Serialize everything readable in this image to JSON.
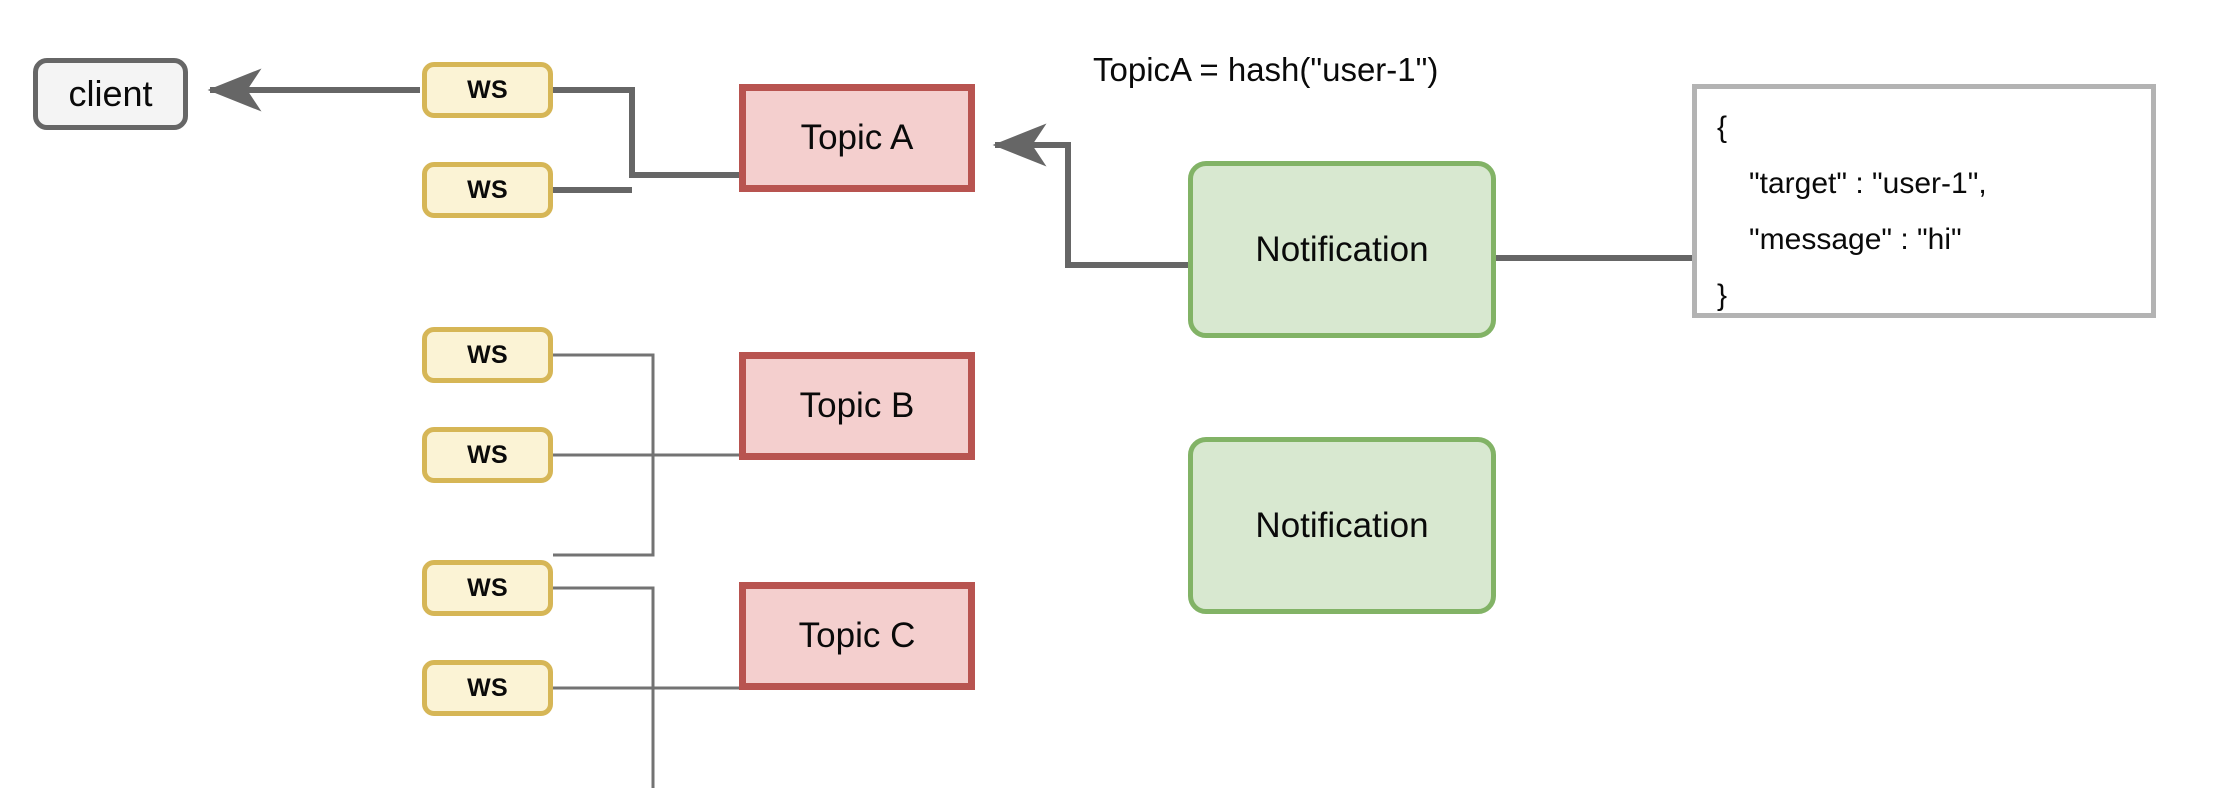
{
  "diagram": {
    "title": "WebSocket topic fan-out notification diagram",
    "caption": "TopicA = hash(\"user-1\")",
    "colors": {
      "client_fill": "#f4f4f4",
      "client_stroke": "#666666",
      "ws_fill": "#fbf3d5",
      "ws_stroke": "#d6b656",
      "topic_fill": "#f4cfce",
      "topic_stroke": "#b85450",
      "notification_fill": "#d8e8d0",
      "notification_stroke": "#82b366",
      "json_stroke": "#b3b3b3",
      "wire_active": "#666666",
      "wire_inactive": "#737373",
      "text": "#0a0a0a"
    },
    "client": {
      "label": "client"
    },
    "websockets": [
      {
        "label": "WS",
        "topic": "Topic A"
      },
      {
        "label": "WS",
        "topic": "Topic A"
      },
      {
        "label": "WS",
        "topic": "Topic B"
      },
      {
        "label": "WS",
        "topic": "Topic B"
      },
      {
        "label": "WS",
        "topic": "Topic C"
      },
      {
        "label": "WS",
        "topic": "Topic C"
      }
    ],
    "topics": [
      {
        "label": "Topic A"
      },
      {
        "label": "Topic B"
      },
      {
        "label": "Topic C"
      }
    ],
    "notifications": [
      {
        "label": "Notification"
      },
      {
        "label": "Notification"
      }
    ],
    "payload": {
      "lines": [
        "{",
        "\"target\" : \"user-1\",",
        "\"message\" : \"hi\"",
        "}"
      ]
    }
  }
}
